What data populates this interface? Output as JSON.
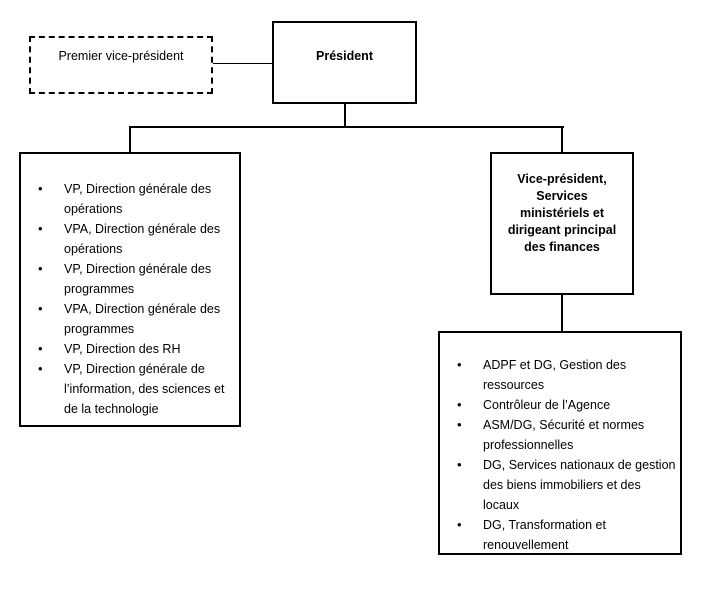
{
  "chart": {
    "type": "org-chart",
    "title": "",
    "background_color": "#ffffff",
    "line_color": "#000000",
    "text_color": "#000000"
  },
  "nodes": {
    "premier_vice_president": {
      "label": "Premier vice-président",
      "style": "dashed",
      "bold": false
    },
    "president": {
      "label": "Président",
      "style": "solid",
      "bold": true
    },
    "vice_president_services": {
      "lines": [
        "Vice-président,",
        "Services",
        "ministériels et",
        "dirigeant principal",
        "des finances"
      ],
      "style": "solid",
      "bold": true
    },
    "operations_list": {
      "style": "solid",
      "items": [
        "VP, Direction générale des opérations",
        "VPA, Direction générale des opérations",
        "VP, Direction générale des programmes",
        "VPA, Direction générale des programmes",
        "VP, Direction des RH",
        "VP, Direction générale de l’information, des sciences et de la technologie"
      ]
    },
    "services_list": {
      "style": "solid",
      "items": [
        "ADPF et DG, Gestion des ressources",
        "Contrôleur de l’Agence",
        "ASM/DG, Sécurité et normes professionnelles",
        "DG, Services nationaux de gestion des biens immobiliers et des locaux",
        "DG, Transformation et renouvellement"
      ]
    }
  },
  "connections": [
    {
      "from": "premier_vice_president",
      "to": "president",
      "style": "thin-horizontal"
    },
    {
      "from": "president",
      "to": "operations_list",
      "style": "elbow"
    },
    {
      "from": "president",
      "to": "vice_president_services",
      "style": "elbow"
    },
    {
      "from": "vice_president_services",
      "to": "services_list",
      "style": "vertical"
    }
  ]
}
